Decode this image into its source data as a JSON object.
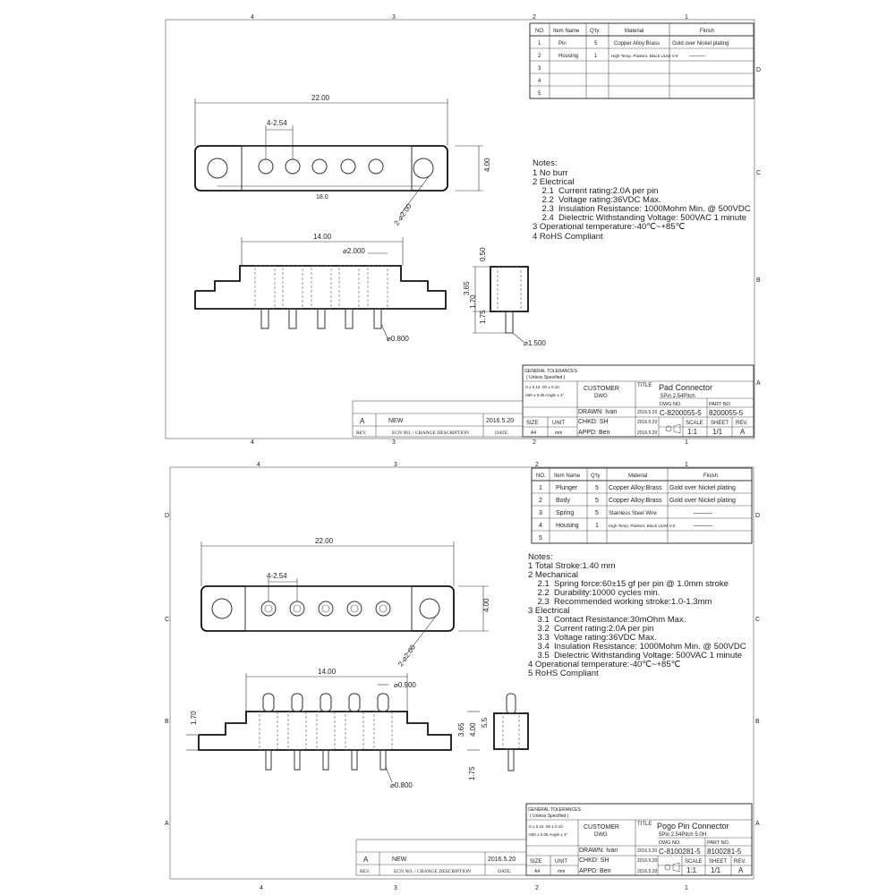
{
  "sheet1": {
    "grid_cols": [
      "4",
      "3",
      "2",
      "1"
    ],
    "grid_rows": [
      "D",
      "C",
      "B",
      "A"
    ],
    "bom_header": [
      "NO.",
      "Item Name",
      "Q'ty",
      "Material",
      "Finish"
    ],
    "bom_rows": [
      {
        "no": "1",
        "name": "Pin",
        "qty": "5",
        "material": "Copper Alloy:Brass",
        "finish": "Gold over Nickel plating"
      },
      {
        "no": "2",
        "name": "Housing",
        "qty": "1",
        "material": "High Temp. Plastics, Black UL94 V-0",
        "finish": "———"
      },
      {
        "no": "3",
        "name": "",
        "qty": "",
        "material": "",
        "finish": ""
      },
      {
        "no": "4",
        "name": "",
        "qty": "",
        "material": "",
        "finish": ""
      },
      {
        "no": "5",
        "name": "",
        "qty": "",
        "material": "",
        "finish": ""
      }
    ],
    "dims": {
      "width": "22.00",
      "pitch": "4-2.54",
      "inner": "18.0",
      "height": "4.00",
      "hole": "2-⌀2.00",
      "span": "14.00",
      "pin_dia": "⌀2.000",
      "top": "0.50",
      "body": "3.65",
      "base": "1.70",
      "tail": "1.75",
      "tip_dia": "⌀0.800",
      "side_dia": "⌀1.500"
    },
    "notes": [
      "Notes:",
      "1  No burr",
      "2  Electrical",
      "    2.1  Current rating:2.0A per pin",
      "    2.2  Voltage rating:36VDC Max.",
      "    2.3  Insulation Resistance: 1000Mohm Min. @ 500VDC",
      "    2.4  Dielectric Withstanding Voltage: 500VAC 1 minute",
      "3  Operational temperature:-40℃~+85℃",
      "4  RoHS Compliant"
    ],
    "title_block": {
      "tolerances": "GENERAL TOLERANCES",
      "unless": "( Unless Specified )",
      "tol_a": ".0  ± 0.15  .00 ± 0.10",
      "tol_b": ".000 ± 0.05  Angle ± 3°",
      "customer": "CUSTOMER",
      "dwg": "DWG",
      "title_label": "TITLE",
      "title": "Pad Connector",
      "subtitle": "5Pin 2.54Pitch",
      "drawn": "DRAWN: Ivan",
      "chkd": "CHKD: SH",
      "appd": "APPD: Ben",
      "date1": "2016.5.20",
      "date2": "2016.5.20",
      "date3": "2016.5.20",
      "dwg_no_label": "DWG NO.",
      "dwg_no": "C-8200055-5",
      "part_no_label": "PART NO.",
      "part_no": "8200055-5",
      "size_label": "SIZE",
      "size": "A4",
      "unit_label": "UNIT",
      "unit": "mm",
      "scale_label": "SCALE",
      "scale": "1:1",
      "sheet_label": "SHEET",
      "sheet": "1/1",
      "rev_label": "REV.",
      "rev": "A"
    },
    "revision": {
      "rev": "A",
      "desc": "NEW",
      "date": "2016.5.20",
      "rev_label": "REV.",
      "ecn_label": "ECN NO. / CHANGE DESCRIPTION",
      "date_label": "DATE."
    }
  },
  "sheet2": {
    "grid_cols": [
      "4",
      "3",
      "2",
      "1"
    ],
    "grid_rows": [
      "D",
      "C",
      "B",
      "A"
    ],
    "bom_header": [
      "NO.",
      "Item Name",
      "Q'ty",
      "Material",
      "Finish"
    ],
    "bom_rows": [
      {
        "no": "1",
        "name": "Plunger",
        "qty": "5",
        "material": "Copper Alloy:Brass",
        "finish": "Gold over Nickel plating"
      },
      {
        "no": "2",
        "name": "Body",
        "qty": "5",
        "material": "Copper Alloy:Brass",
        "finish": "Gold over Nickel plating"
      },
      {
        "no": "3",
        "name": "Spring",
        "qty": "5",
        "material": "Stainless Steel Wire",
        "finish": "———"
      },
      {
        "no": "4",
        "name": "Housing",
        "qty": "1",
        "material": "High Temp. Plastics, Black UL94 V-0",
        "finish": "———"
      },
      {
        "no": "5",
        "name": "",
        "qty": "",
        "material": "",
        "finish": ""
      }
    ],
    "dims": {
      "width": "22.00",
      "pitch": "4-2.54",
      "height": "4.00",
      "hole": "2-⌀2.00",
      "span": "14.00",
      "head_dia": "⌀0.900",
      "left": "1.70",
      "body": "3.65",
      "total": "4.00",
      "ext": "5.5",
      "tail": "1.75",
      "tip_dia": "⌀0.800"
    },
    "notes": [
      "Notes:",
      "1  Total Stroke:1.40 mm",
      "2  Mechanical",
      "    2.1  Spring force:60±15 gf per pin @ 1.0mm stroke",
      "    2.2  Durability:10000 cycles min.",
      "    2.3  Recommended working stroke:1.0-1.3mm",
      "3  Electrical",
      "    3.1  Contact Resistance:30mOhm Max.",
      "    3.2  Current rating:2.0A per pin",
      "    3.3  Voltage rating:36VDC Max.",
      "    3.4  Insulation Resistance: 1000Mohm Min. @ 500VDC",
      "    3.5  Dielectric Withstanding Voltage: 500VAC 1 minute",
      "4  Operational temperature:-40℃~+85℃",
      "5  RoHS Compliant"
    ],
    "title_block": {
      "tolerances": "GENERAL TOLERANCES",
      "unless": "( Unless Specified )",
      "tol_a": ".0  ± 0.15  .00 ± 0.10",
      "tol_b": ".000 ± 0.05  Angle ± 3°",
      "customer": "CUSTOMER",
      "dwg": "DWG",
      "title_label": "TITLE",
      "title": "Pogo Pin Connector",
      "subtitle": "5Pin 2.54Pitch 5.0H",
      "drawn": "DRAWN: Ivan",
      "chkd": "CHKD: SH",
      "appd": "APPD: Ben",
      "date1": "2016.5.20",
      "date2": "2016.5.20",
      "date3": "2016.5.20",
      "dwg_no_label": "DWG NO.",
      "dwg_no": "C-8100281-5",
      "part_no_label": "PART NO.",
      "part_no": "8100281-5",
      "size_label": "SIZE",
      "size": "A4",
      "unit_label": "UNIT",
      "unit": "mm",
      "scale_label": "SCALE",
      "scale": "1:1",
      "sheet_label": "SHEET",
      "sheet": "1/1",
      "rev_label": "REV.",
      "rev": "A"
    },
    "revision": {
      "rev": "A",
      "desc": "NEW",
      "date": "2016.5.20",
      "rev_label": "REV.",
      "ecn_label": "ECN NO. / CHANGE DESCRIPTION",
      "date_label": "DATE."
    }
  }
}
